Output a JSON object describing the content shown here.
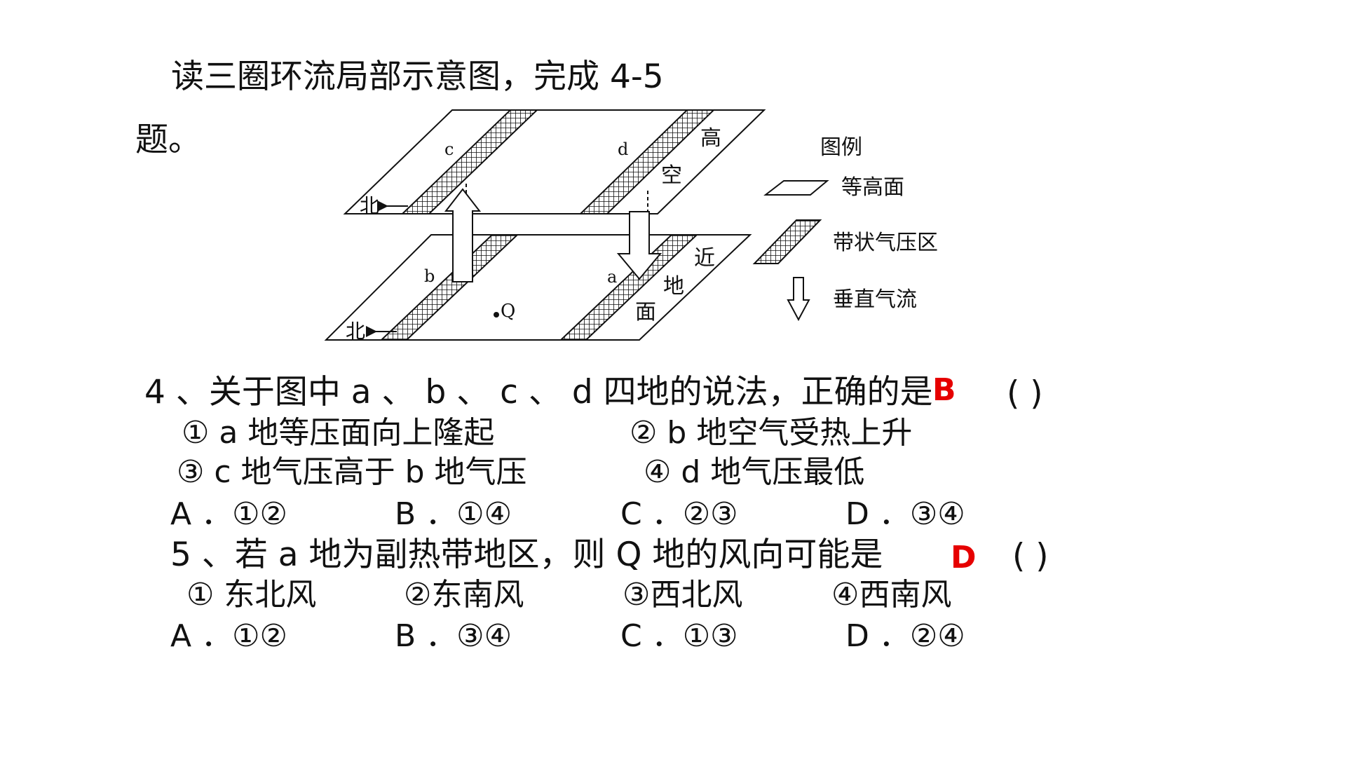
{
  "intro": {
    "line1": "读三圈环流局部示意图，完成 4-5",
    "line2": "题。"
  },
  "diagram": {
    "upper_plane_label_chars": [
      "高",
      "空"
    ],
    "lower_plane_label_chars": [
      "近",
      "地",
      "面"
    ],
    "point_labels": {
      "a": "a",
      "b": "b",
      "c": "c",
      "d": "d",
      "q": "Q"
    },
    "north_label": "北",
    "legend": {
      "title": "图例",
      "isobaric_surface": "等高面",
      "pressure_belt": "带状气压区",
      "vertical_airflow": "垂直气流"
    }
  },
  "question4": {
    "stem": "4 、关于图中 a 、 b 、 c 、 d 四地的说法，正确的是",
    "answer": "B",
    "blank": "(        )",
    "options": [
      "① a 地等压面向上隆起",
      "② b 地空气受热上升",
      "③ c 地气压高于 b 地气压",
      "④ d 地气压最低"
    ],
    "choices": [
      "A ．①②",
      "B ．①④",
      "C ．②③",
      "D ．③④"
    ]
  },
  "question5": {
    "stem": "5 、若 a 地为副热带地区，则 Q 地的风向可能是",
    "answer": "D",
    "blank": "(        )",
    "options": [
      "① 东北风",
      "②东南风",
      "③西北风",
      "④西南风"
    ],
    "choices": [
      "A ．①②",
      "B ．③④",
      "C ．①③",
      "D ．②④"
    ]
  }
}
